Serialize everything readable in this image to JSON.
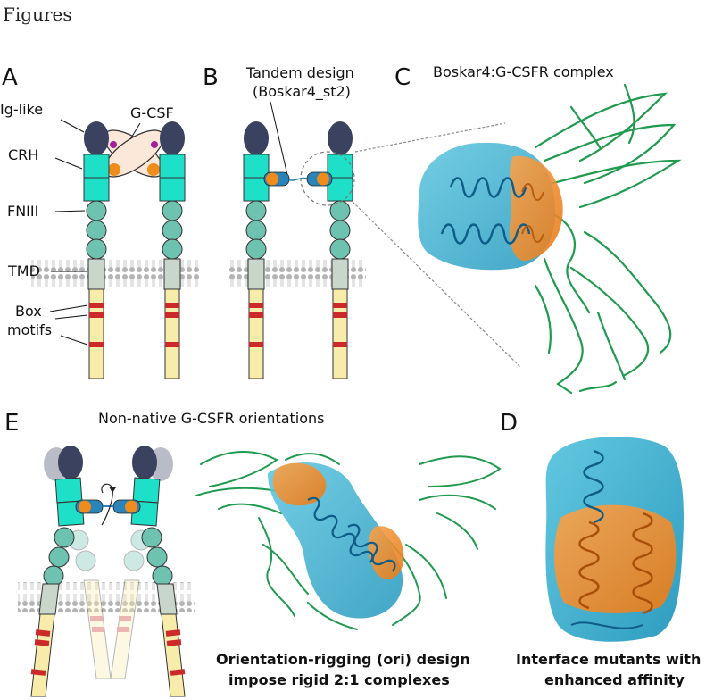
{
  "header": {
    "title": "Figures"
  },
  "panel_a": {
    "letter": "A",
    "labels": {
      "ig_like": "Ig-like",
      "crh": "CRH",
      "fniii": "FNIII",
      "tmd": "TMD",
      "box_line1": "Box",
      "box_line2": "motifs",
      "gcsf": "G-CSF"
    }
  },
  "panel_b": {
    "letter": "B",
    "title_line1": "Tandem design",
    "title_line2": "(Boskar4_st2)"
  },
  "panel_c": {
    "letter": "C",
    "title": "Boskar4:G-CSFR complex"
  },
  "panel_e": {
    "letter": "E",
    "title": "Non-native G-CSFR orientations",
    "caption_line1": "Orientation-rigging (ori) design",
    "caption_line2": "impose rigid 2:1 complexes"
  },
  "panel_d": {
    "letter": "D",
    "caption_line1": "Interface mutants with",
    "caption_line2": "enhanced affinity"
  },
  "colors": {
    "ig_domain": "#3a4260",
    "crh_domain": "#1ee0c8",
    "fniii_domain": "#6ec2b0",
    "tmd": "#c9d6cc",
    "cytoplasmic_tail": "#f8ecaa",
    "box_motif": "#cc2a2a",
    "membrane": "#a9a9a9",
    "binder_blue": "#2a84b8",
    "binder_orange": "#f08c1c",
    "surface_cyan": "#49b6d2",
    "receptor_green": "#1f9a4e",
    "gcsf_fill": "#fbe8d8",
    "gcsf_dot": "#a6209c"
  }
}
